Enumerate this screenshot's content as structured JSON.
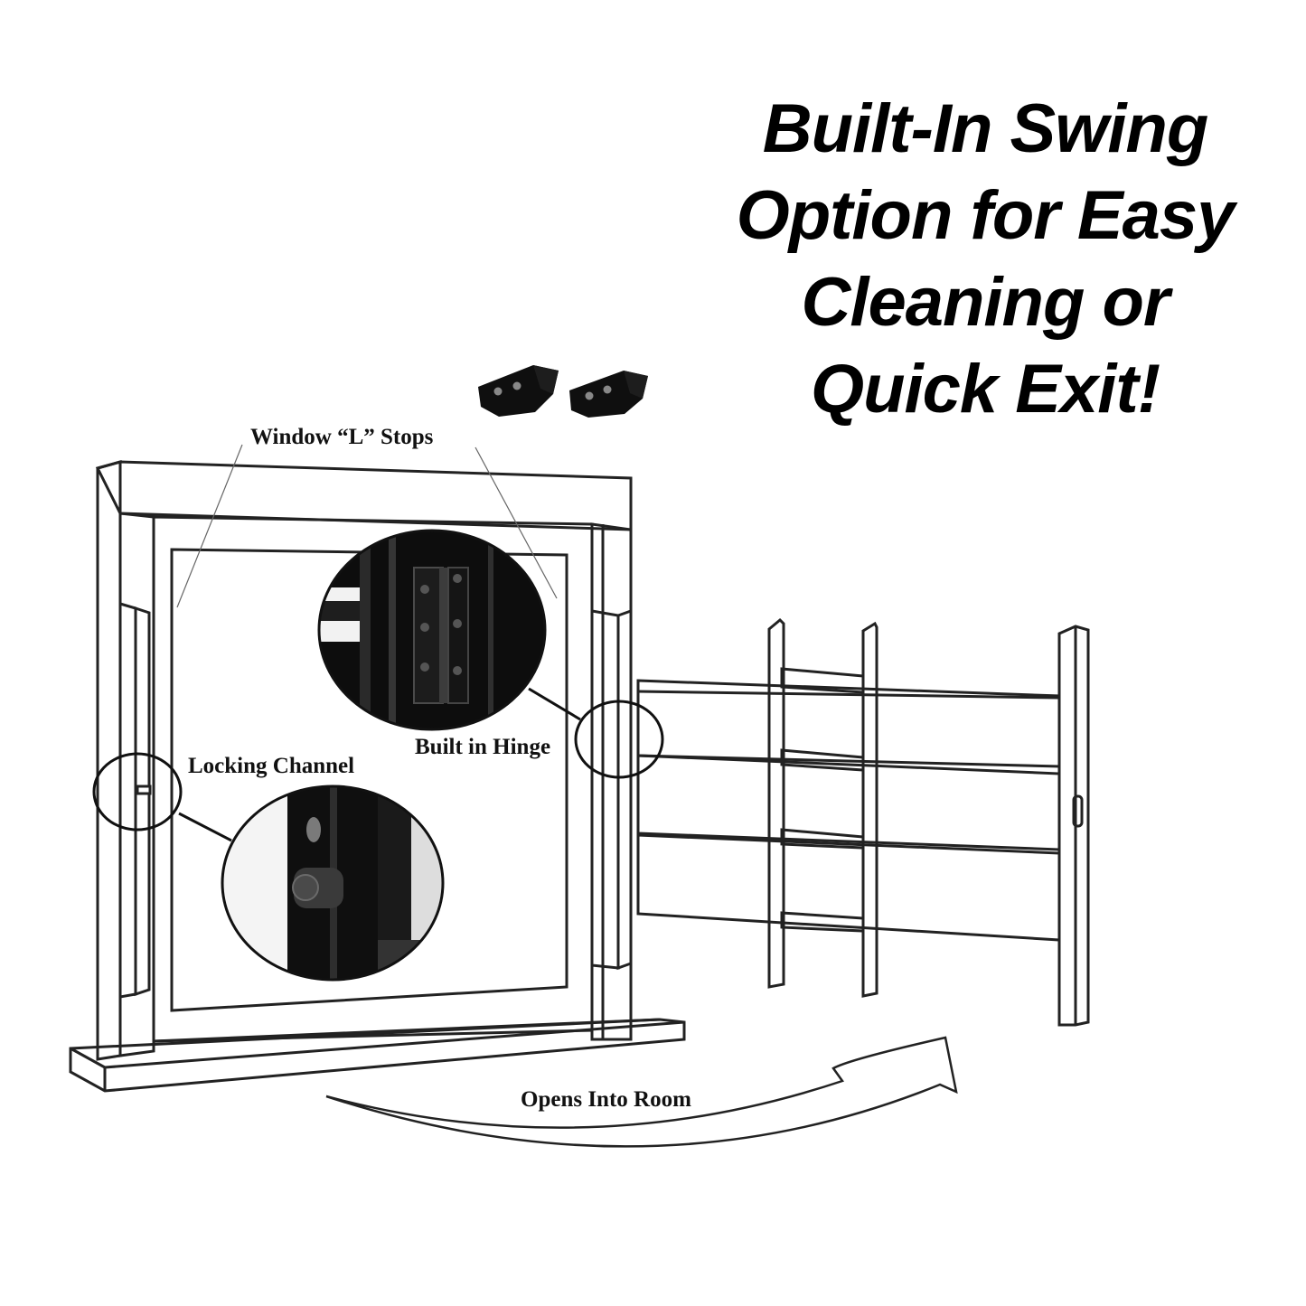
{
  "headline": {
    "lines": [
      "Built-In Swing",
      "Option for Easy",
      "Cleaning or",
      "Quick Exit!"
    ]
  },
  "labels": {
    "l_stops": "Window “L” Stops",
    "hinge": "Built in Hinge",
    "locking": "Locking Channel",
    "opens": "Opens Into Room"
  },
  "colors": {
    "line": "#222222",
    "detail_dark": "#0d0d0d",
    "detail_mid": "#2a2a2a"
  }
}
